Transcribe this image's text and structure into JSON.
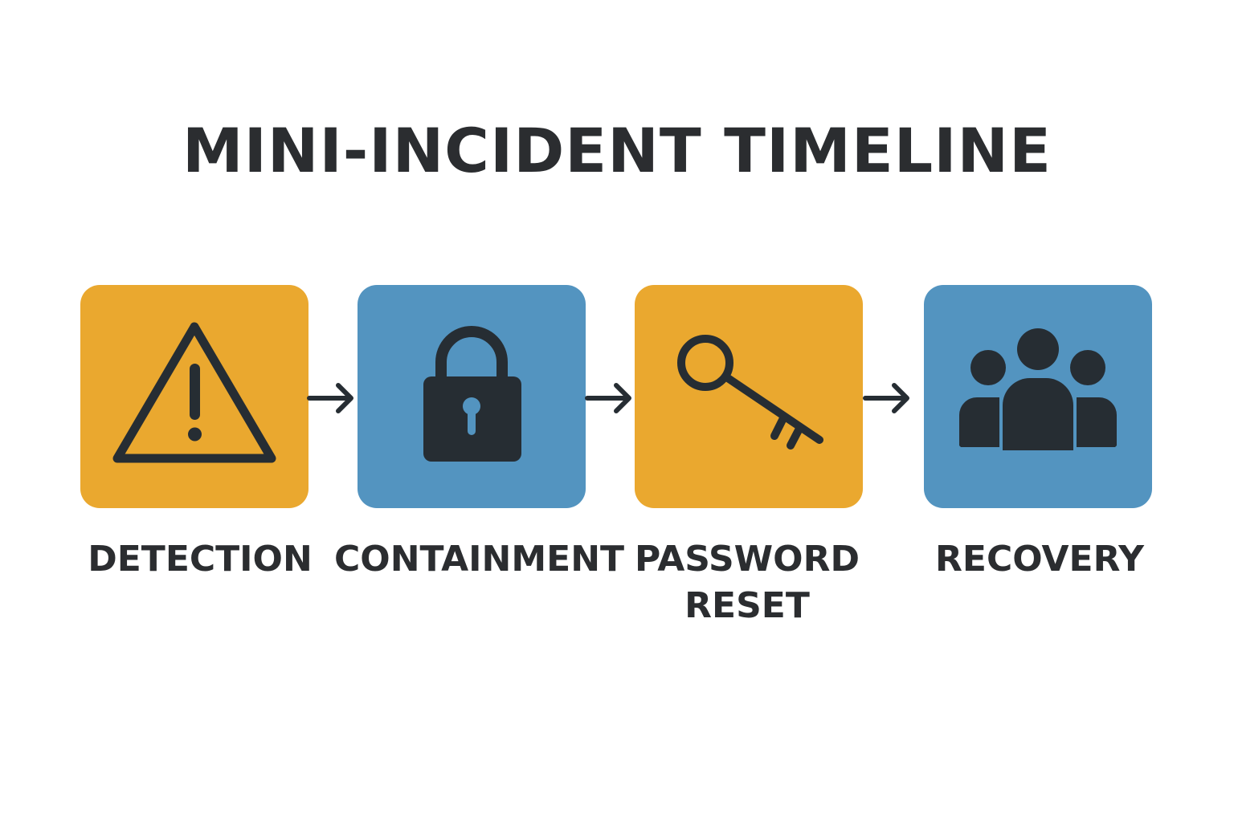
{
  "title": "MINI-INCIDENT TIMELINE",
  "colors": {
    "orange": "#eaa82f",
    "blue": "#5394c0",
    "icon_dark": "#262d33",
    "text_dark": "#2b2d30"
  },
  "steps": [
    {
      "label_line1": "DETECTION",
      "label_line2": "",
      "icon": "warning-icon",
      "color": "orange"
    },
    {
      "label_line1": "CONTAINMENT",
      "label_line2": "",
      "icon": "lock-icon",
      "color": "blue"
    },
    {
      "label_line1": "PASSWORD",
      "label_line2": "RESET",
      "icon": "key-icon",
      "color": "orange"
    },
    {
      "label_line1": "RECOVERY",
      "label_line2": "",
      "icon": "users-icon",
      "color": "blue"
    }
  ],
  "connectors": [
    "arrow-right-icon",
    "arrow-right-icon",
    "arrow-right-icon"
  ]
}
